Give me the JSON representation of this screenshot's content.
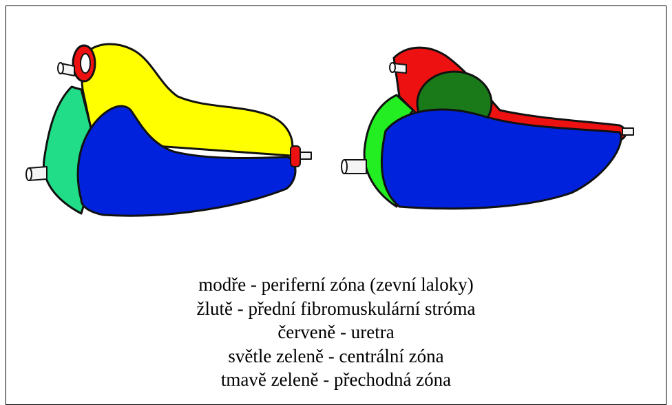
{
  "legend": [
    "modře - periferní zóna (zevní laloky)",
    "žlutě - přední fibromuskulární stróma",
    "červeně - uretra",
    "světle zeleně - centrální zóna",
    "tmavě zeleně - přechodná zóna"
  ],
  "colors": {
    "peripheral_zone": "#0022dd",
    "anterior_stroma": "#ffff00",
    "urethra": "#ee1111",
    "central_zone": "#22ee22",
    "central_zone_left": "#22dd88",
    "transition_zone": "#1a7a1a"
  }
}
